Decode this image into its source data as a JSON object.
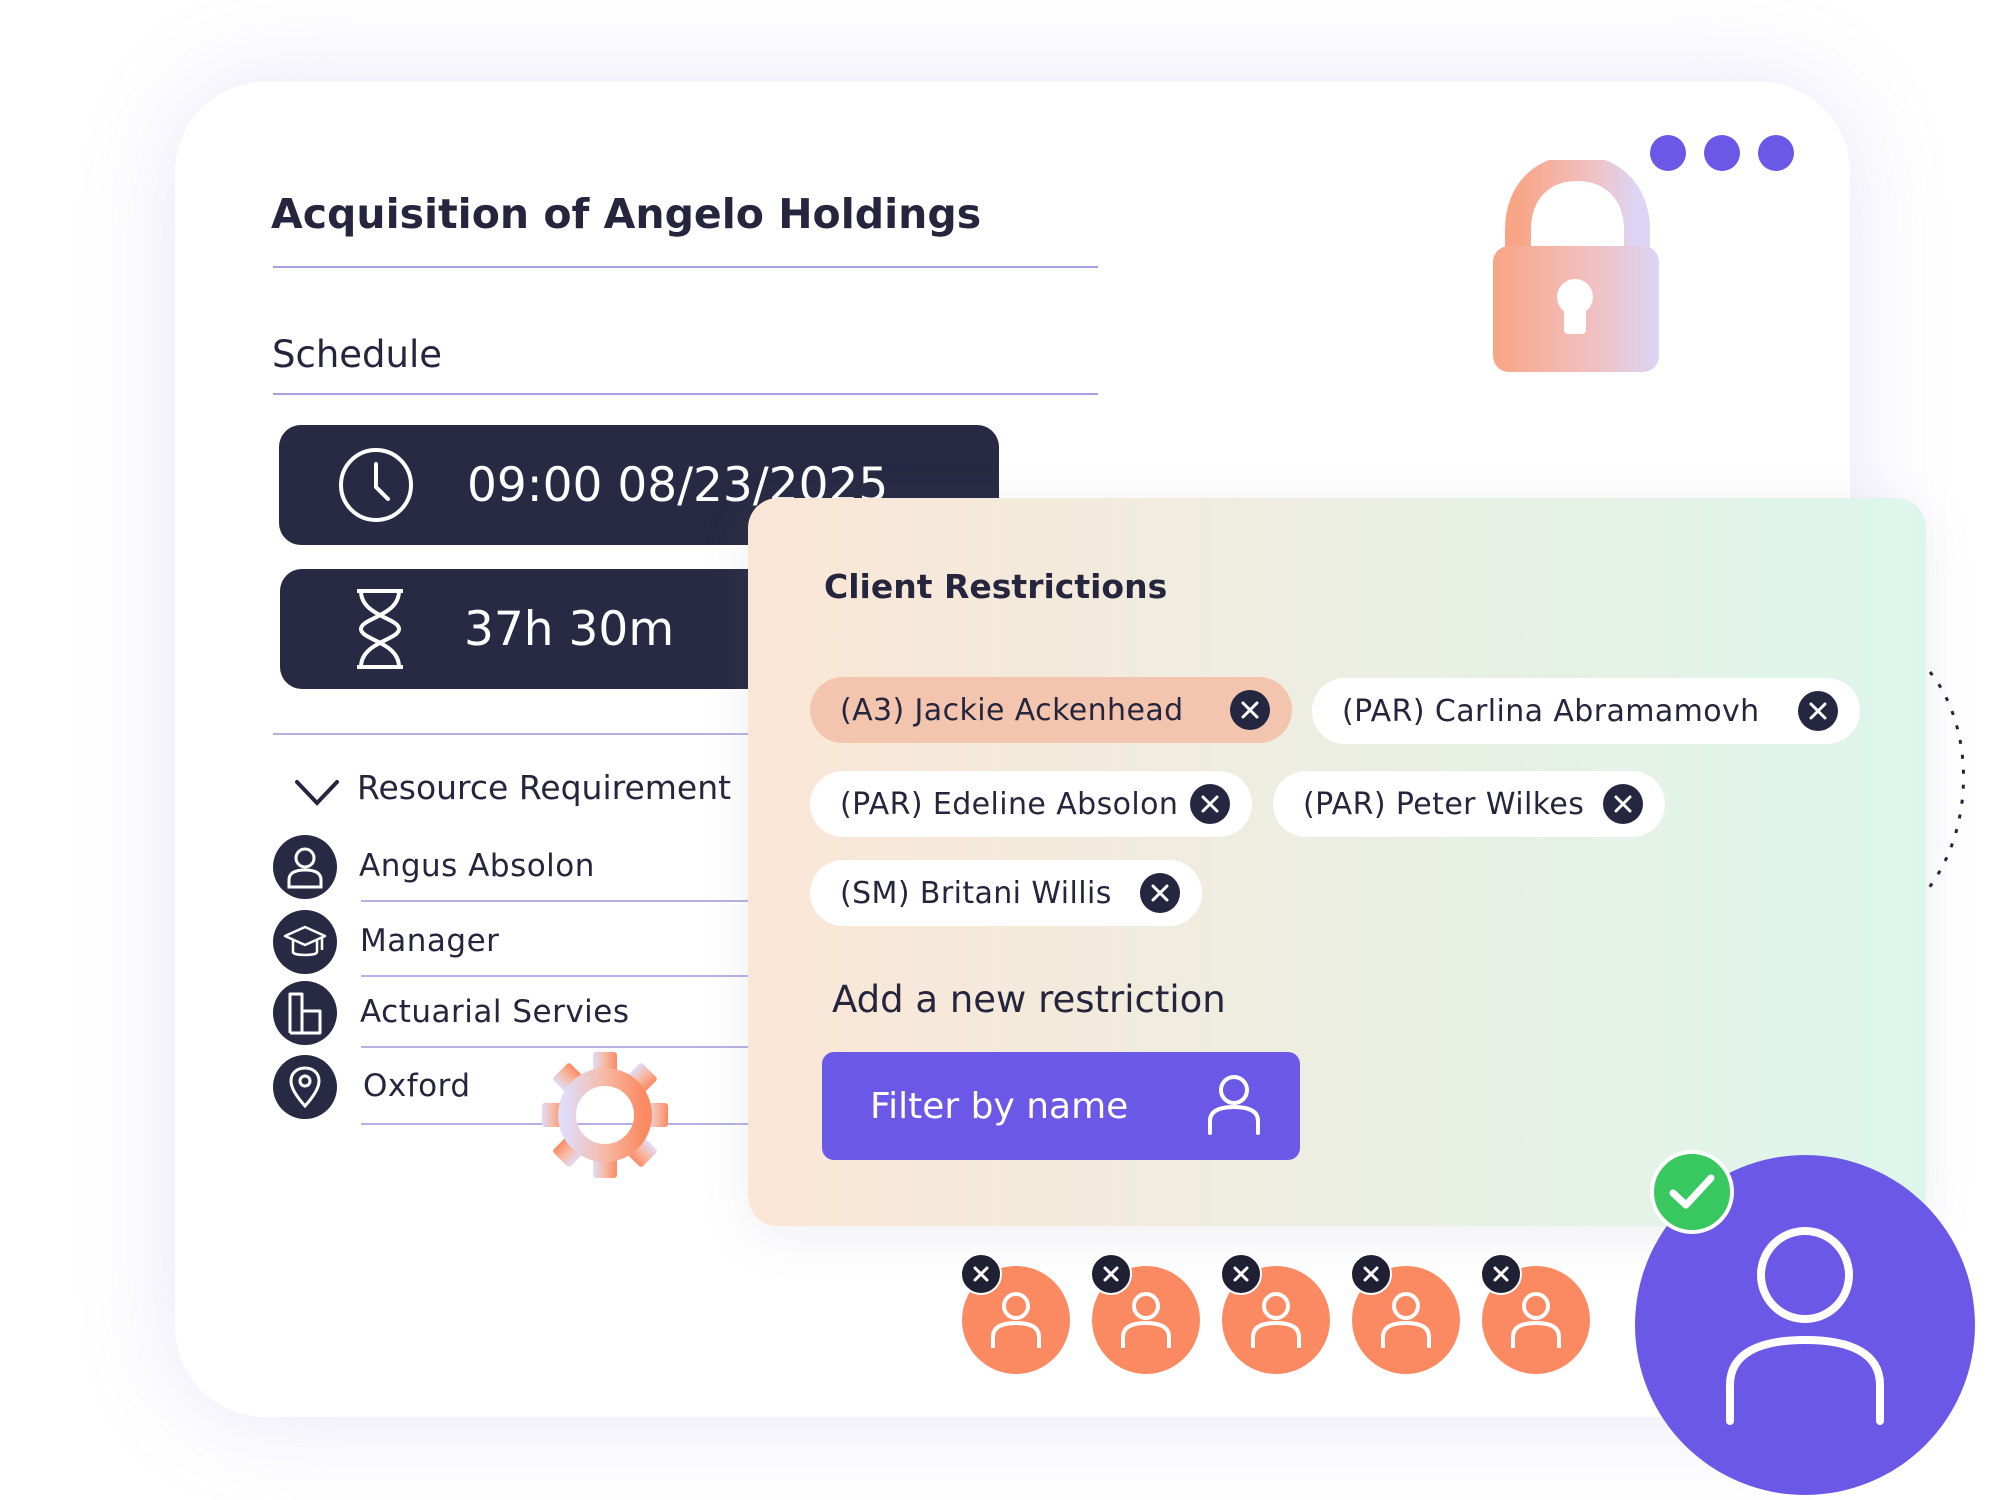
{
  "project": {
    "title": "Acquisition of Angelo Holdings"
  },
  "schedule": {
    "heading": "Schedule",
    "start": "09:00 08/23/2025",
    "duration": "37h 30m"
  },
  "resources": {
    "heading": "Resource Requirement",
    "items": [
      {
        "label": "Angus Absolon",
        "icon": "person-icon"
      },
      {
        "label": "Manager",
        "icon": "graduation-cap-icon"
      },
      {
        "label": "Actuarial Servies",
        "icon": "building-icon"
      },
      {
        "label": "Oxford",
        "icon": "location-pin-icon"
      }
    ]
  },
  "restrictions": {
    "heading": "Client Restrictions",
    "chips": [
      {
        "label": "(A3) Jackie Ackenhead",
        "active": true
      },
      {
        "label": "(PAR) Carlina Abramamovh",
        "active": false
      },
      {
        "label": "(PAR) Edeline Absolon",
        "active": false
      },
      {
        "label": "(PAR) Peter Wilkes",
        "active": false
      },
      {
        "label": "(SM) Britani Willis",
        "active": false
      }
    ],
    "add_heading": "Add a new restriction",
    "filter_placeholder": "Filter by name"
  },
  "colors": {
    "accent": "#6c58e6",
    "dark": "#282a44",
    "chip_active": "#f4c5ae",
    "avatar": "#fb8a62",
    "success": "#39c75f"
  }
}
